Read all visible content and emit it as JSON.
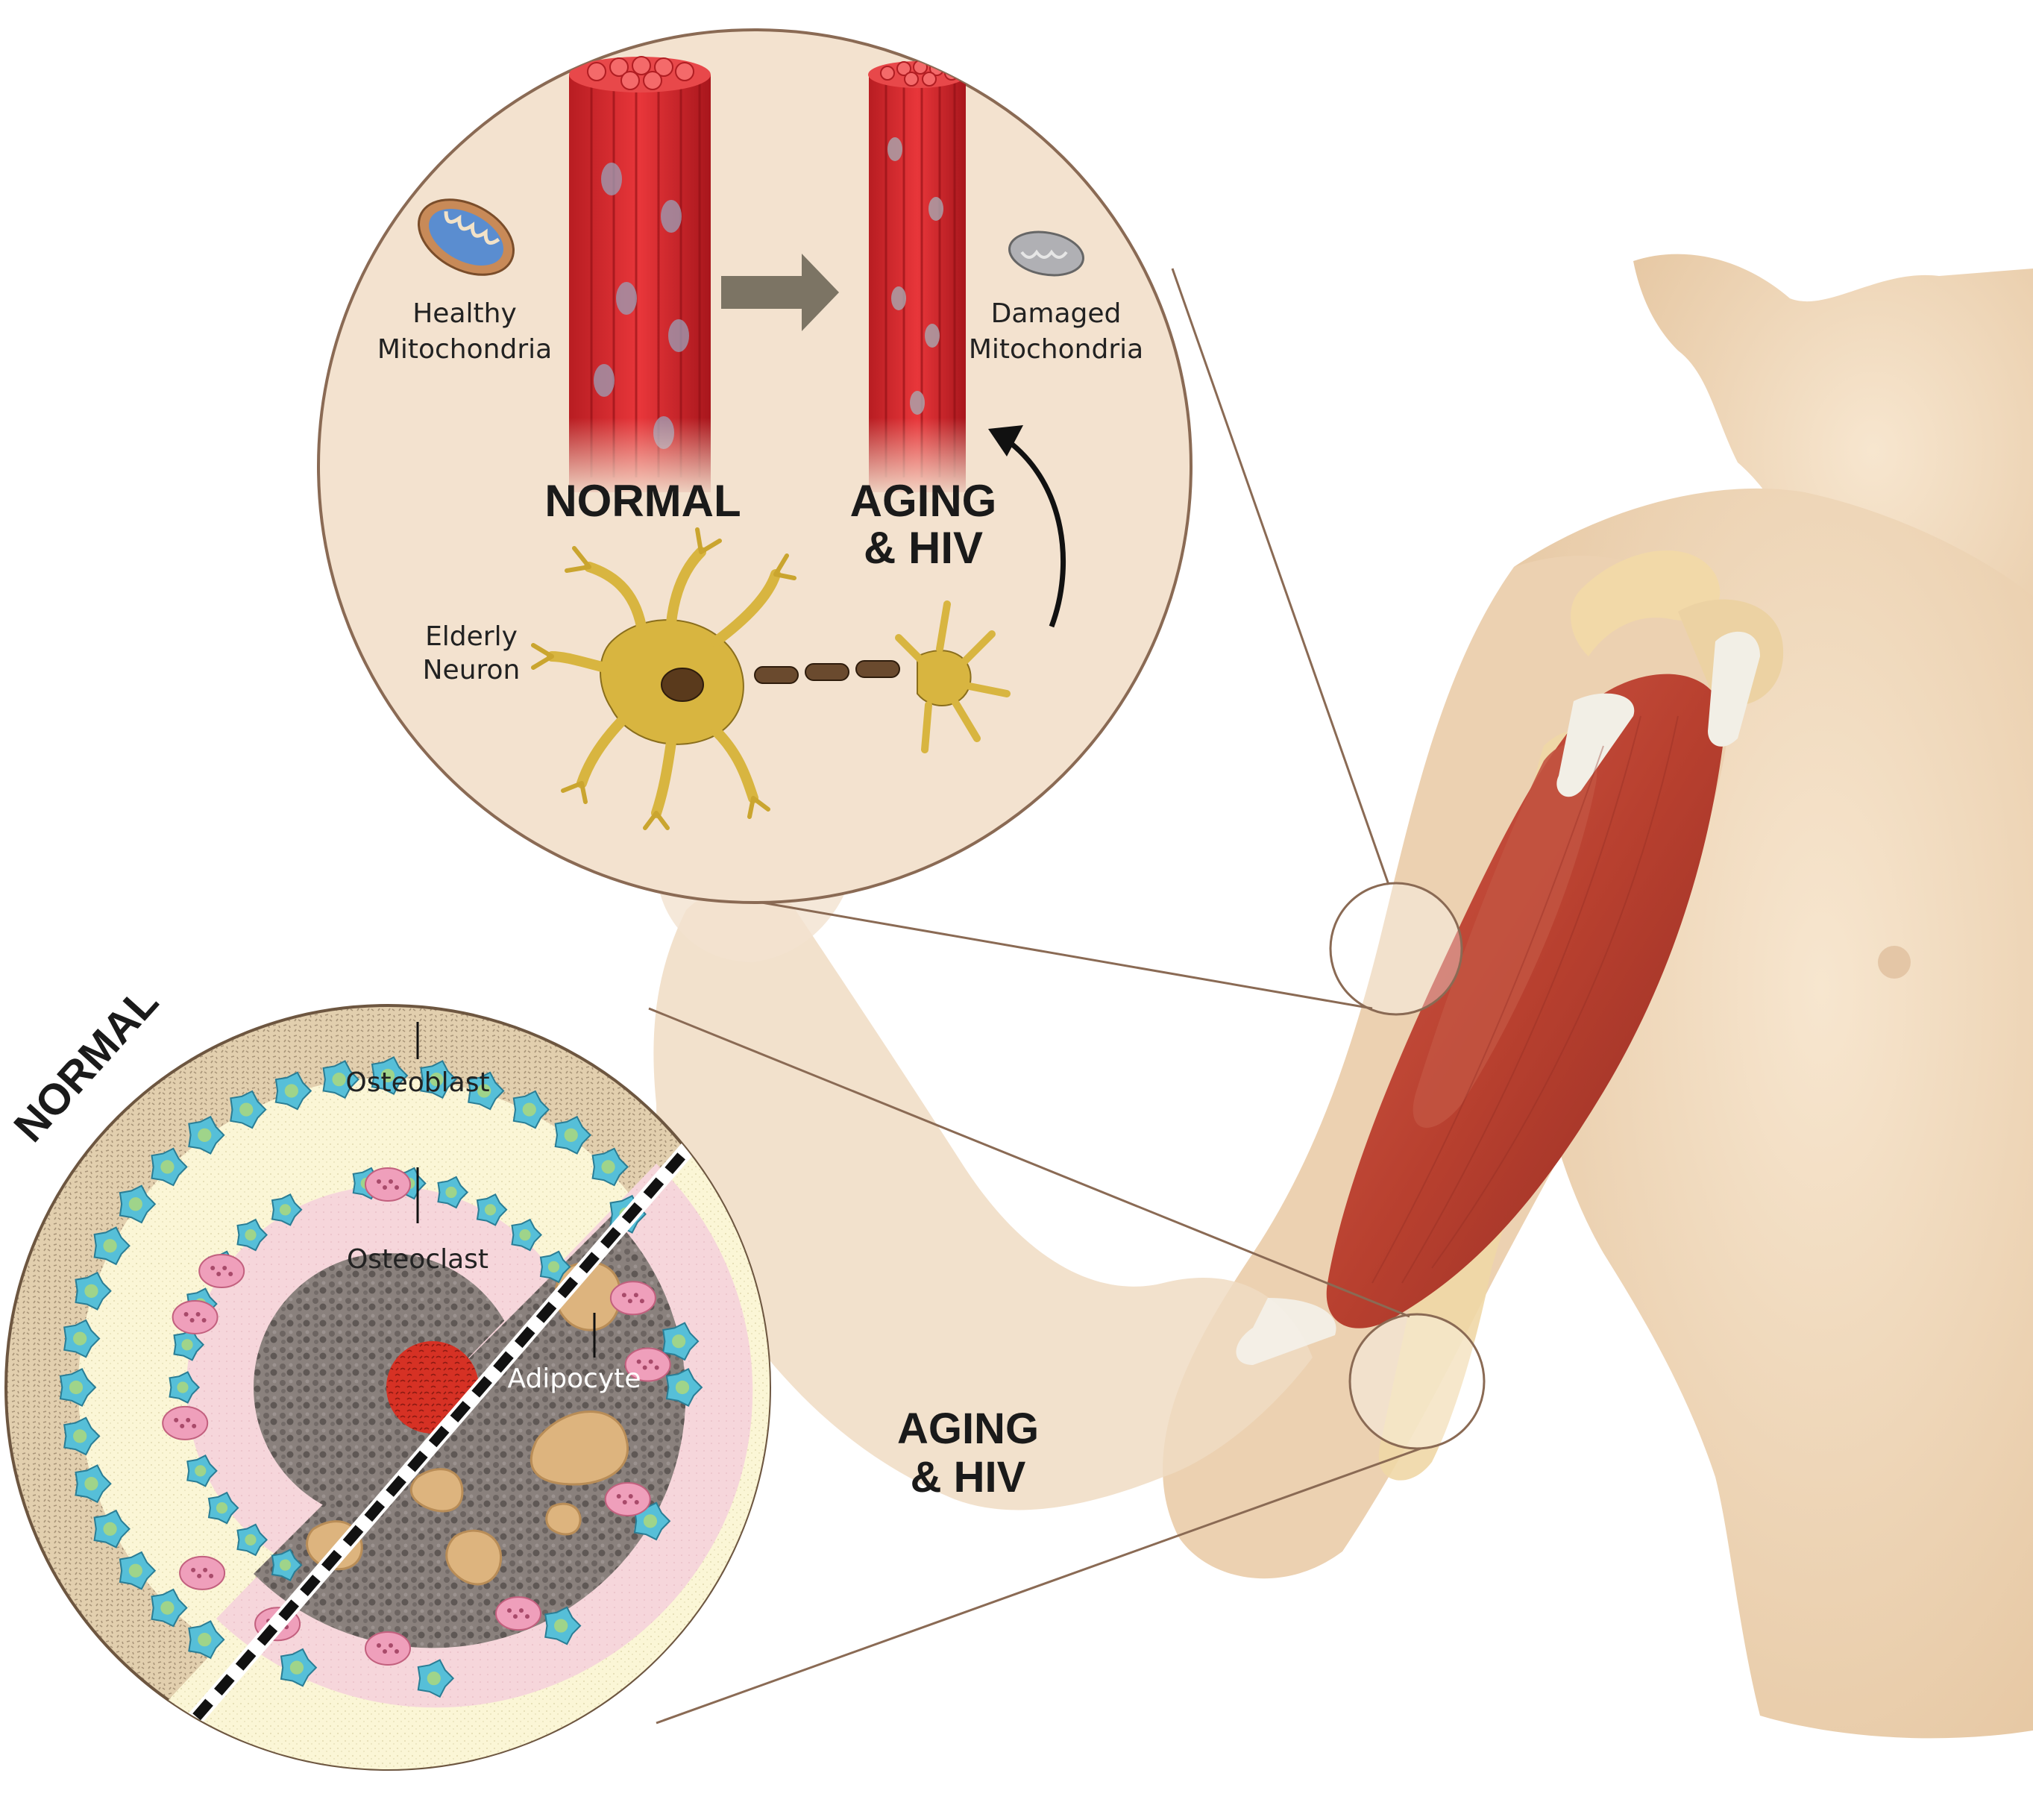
{
  "muscle_inset": {
    "healthy_label_line1": "Healthy",
    "healthy_label_line2": "Mitochondria",
    "damaged_label_line1": "Damaged",
    "damaged_label_line2": "Mitochondria",
    "normal_label": "NORMAL",
    "aging_label_line1": "AGING",
    "aging_label_line2": "& HIV",
    "neuron_label_line1": "Elderly",
    "neuron_label_line2": "Neuron"
  },
  "bone_inset": {
    "normal_label": "NORMAL",
    "aging_label_line1": "AGING",
    "aging_label_line2": "& HIV",
    "osteoblast_label": "Osteoblast",
    "osteoclast_label": "Osteoclast",
    "adipocyte_label": "Adipocyte"
  },
  "colors": {
    "skin": "#f2dcc0",
    "muscle": "#c24b3c",
    "fiber_red": "#d8272c",
    "inset_bg": "#f3e2cf",
    "bone_outer": "#e2cfae",
    "marrow_yellow": "#fbf6d6",
    "osteoclast_pink": "#f6d6db",
    "osteoblast_cyan": "#56bfd8",
    "adipocyte_tan": "#ddb47e",
    "marrow_dark": "#7d7572",
    "neuron_yellow": "#d8b540"
  }
}
